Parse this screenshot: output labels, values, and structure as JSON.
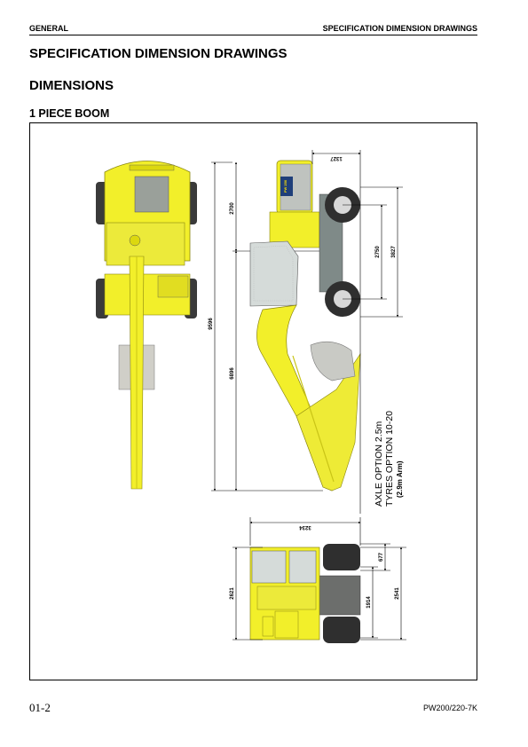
{
  "header": {
    "section": "GENERAL",
    "chapter": "SPECIFICATION DIMENSION DRAWINGS"
  },
  "title": "SPECIFICATION DIMENSION DRAWINGS",
  "subtitle": "DIMENSIONS",
  "section_heading": "1 PIECE BOOM",
  "drawing": {
    "colors": {
      "machine": "#f2ef2a",
      "machine_dark": "#bdb813",
      "tyre": "#3a3a3a",
      "glass": "#cfd6d6"
    },
    "dimensions": {
      "d1327": "1327",
      "d2700": "2700",
      "d9596": "9596",
      "d6896": "6896",
      "d2750": "2750",
      "d3827": "3827",
      "d3234": "3234",
      "d2621": "2621",
      "d677": "677",
      "d1914": "1914",
      "d2541": "2541"
    },
    "badge": "PW 250",
    "options": {
      "axle": "AXLE OPTION 2.5m",
      "tyres": "TYRES OPTION 10-20",
      "arm": "(2.9m Arm)"
    }
  },
  "footer": {
    "page": "01-2",
    "model": "PW200/220-7K"
  }
}
